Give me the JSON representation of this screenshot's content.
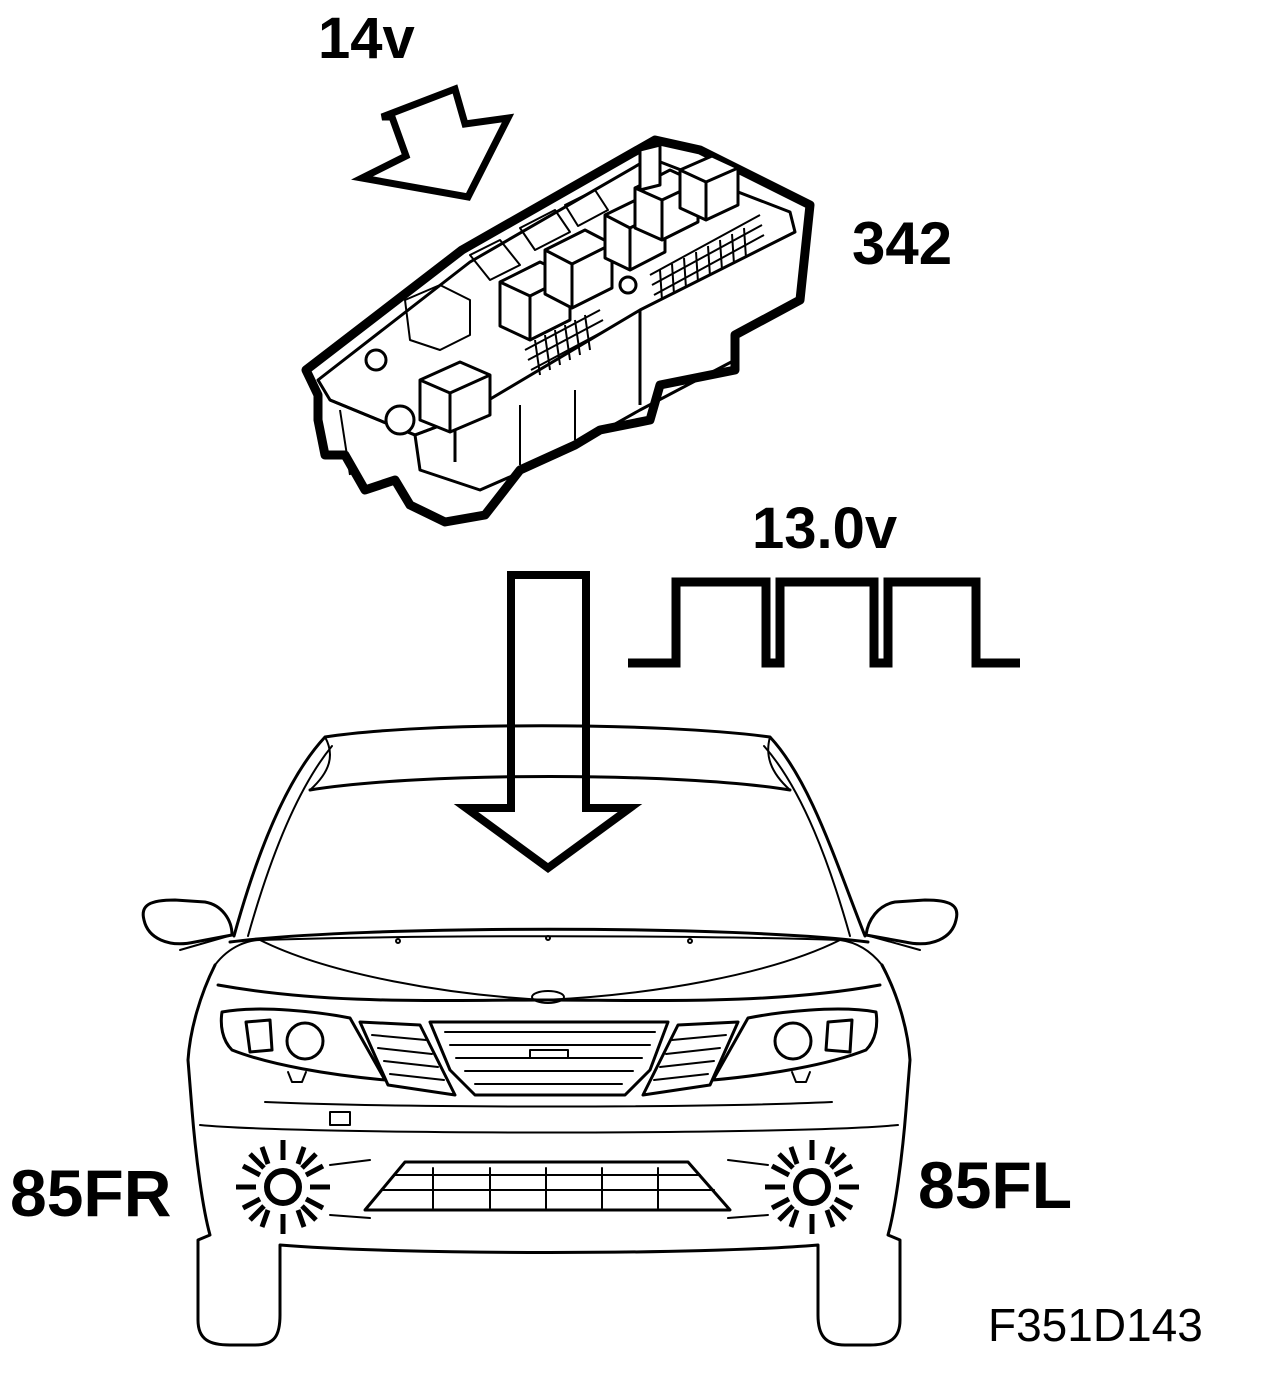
{
  "labels": {
    "input_voltage": "14v",
    "control_unit": "342",
    "output_voltage": "13.0v",
    "lamp_right": "85FR",
    "lamp_left": "85FL",
    "figure_code": "F351D143"
  },
  "icons": {
    "input_arrow": "arrow-icon",
    "output_arrow": "arrow-icon",
    "pulse_waveform": "square-wave-icon",
    "fuse_box": "fuse-relay-box-icon",
    "car": "car-front-icon",
    "lamp": "light-burst-icon"
  },
  "colors": {
    "line": "#000000",
    "background": "#ffffff"
  }
}
